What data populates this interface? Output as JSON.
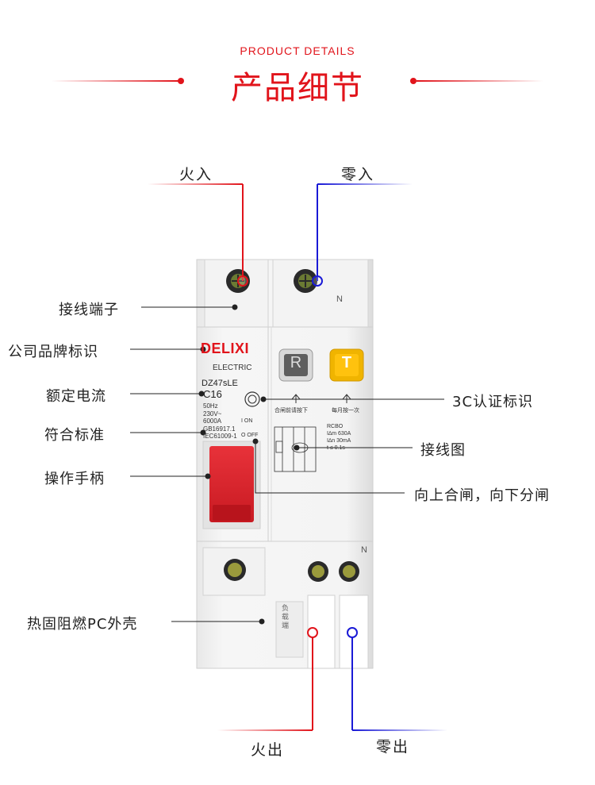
{
  "header": {
    "en_title": "PRODUCT DETAILS",
    "cn_title": "产品细节"
  },
  "top_labels": {
    "live_in": "火入",
    "neutral_in": "零入"
  },
  "bottom_labels": {
    "live_out": "火出",
    "neutral_out": "零出"
  },
  "left_labels": {
    "terminal": "接线端子",
    "brand": "公司品牌标识",
    "rated_current": "额定电流",
    "standard": "符合标准",
    "handle": "操作手柄",
    "housing": "热固阻燃PC外壳"
  },
  "right_labels": {
    "ccc": "3C认证标识",
    "wiring": "接线图",
    "switch_action": "向上合闸，向下分闸"
  },
  "device": {
    "brand": "DELIXI",
    "brand_sub": "ELECTRIC",
    "model": "DZ47sLE",
    "current": "C16",
    "specs": [
      "50Hz",
      "230V~",
      "6000A",
      "GB16917.1",
      "IEC61009-1"
    ],
    "on_text": "I ON",
    "off_text": "O OFF",
    "btn_r": "R",
    "btn_t": "T",
    "note_left": "合闸前请按下",
    "note_right": "每月按一次",
    "rcbo": [
      "RCBO",
      "I∆m 630A",
      "I∆n  30mA",
      "t ≤ 0.1s"
    ],
    "n_mark": "N",
    "bottom_tab": "负载端",
    "accent_red": "#e1141b",
    "accent_blue": "#1a1ad6"
  }
}
